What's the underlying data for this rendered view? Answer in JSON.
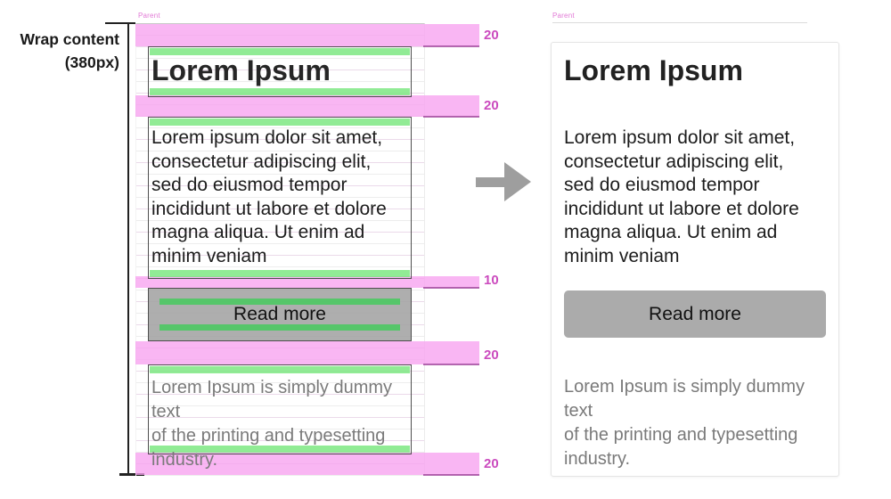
{
  "annotations": {
    "wrap_label": "Wrap content\n(380px)",
    "parent_label": "Parent",
    "margins": [
      {
        "label": "20"
      },
      {
        "label": "20"
      },
      {
        "label": "10"
      },
      {
        "label": "20"
      },
      {
        "label": "20"
      }
    ]
  },
  "blueprint": {
    "title": "Lorem Ipsum",
    "body": "Lorem ipsum dolor sit amet,\nconsectetur adipiscing elit,\nsed do eiusmod tempor\nincididunt ut labore et dolore\nmagna aliqua. Ut enim ad\nminim veniam",
    "button_label": "Read more",
    "footer": "Lorem Ipsum is simply dummy text\nof the printing and typesetting\nindustry."
  },
  "preview": {
    "title": "Lorem Ipsum",
    "body": "Lorem ipsum dolor sit amet,\nconsectetur adipiscing elit,\nsed do eiusmod tempor\nincididunt ut labore et dolore\nmagna aliqua. Ut enim ad\nminim veniam",
    "button_label": "Read more",
    "footer": "Lorem Ipsum is simply dummy text\nof the printing and typesetting\nindustry."
  },
  "colors": {
    "margin_pink": "#f7a2f0",
    "margin_label_pink": "#cb4bbe",
    "guide_green": "#76e67a",
    "button_gray": "#ababab",
    "arrow_gray": "#9e9e9e"
  }
}
